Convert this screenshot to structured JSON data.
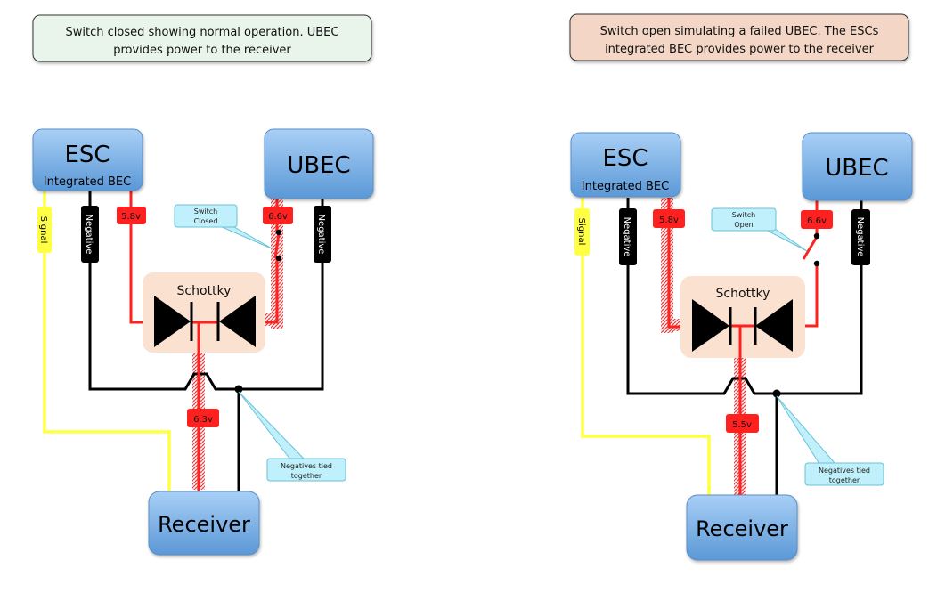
{
  "colors": {
    "positive_wire": "#ff2020",
    "negative_wire": "#000000",
    "signal_wire": "#ffff44",
    "component_fill_top": "#a6cdf5",
    "component_fill_bottom": "#5d9ad8",
    "schottky_bg": "#fbe1d0",
    "callout_fill": "#bff0fb",
    "caption_left_bg": "#e9f5ea",
    "caption_right_bg": "#f3d6c5"
  },
  "panels": [
    {
      "id": "closed",
      "caption_lines": [
        "Switch closed showing normal operation. UBEC",
        "provides power to the receiver"
      ],
      "esc": {
        "title": "ESC",
        "subtitle": "Integrated BEC"
      },
      "ubec": {
        "title": "UBEC"
      },
      "receiver": {
        "title": "Receiver"
      },
      "schottky_label": "Schottky",
      "wire_labels": {
        "signal": "Signal",
        "esc_negative": "Negative",
        "ubec_negative": "Negative"
      },
      "voltages": {
        "esc_output": "5.8v",
        "ubec_output": "6.6v",
        "receiver_input": "6.3v"
      },
      "switch_state": "closed",
      "active_source": "ubec",
      "callouts": {
        "switch": [
          "Switch",
          "Closed"
        ],
        "negatives": [
          "Negatives tied",
          "together"
        ]
      }
    },
    {
      "id": "open",
      "caption_lines": [
        "Switch open simulating a failed UBEC. The ESCs",
        "integrated BEC provides power to the receiver"
      ],
      "esc": {
        "title": "ESC",
        "subtitle": "Integrated BEC"
      },
      "ubec": {
        "title": "UBEC"
      },
      "receiver": {
        "title": "Receiver"
      },
      "schottky_label": "Schottky",
      "wire_labels": {
        "signal": "Signal",
        "esc_negative": "Negative",
        "ubec_negative": "Negative"
      },
      "voltages": {
        "esc_output": "5.8v",
        "ubec_output": "6.6v",
        "receiver_input": "5.5v"
      },
      "switch_state": "open",
      "active_source": "esc",
      "callouts": {
        "switch": [
          "Switch",
          "Open"
        ],
        "negatives": [
          "Negatives tied",
          "together"
        ]
      }
    }
  ]
}
